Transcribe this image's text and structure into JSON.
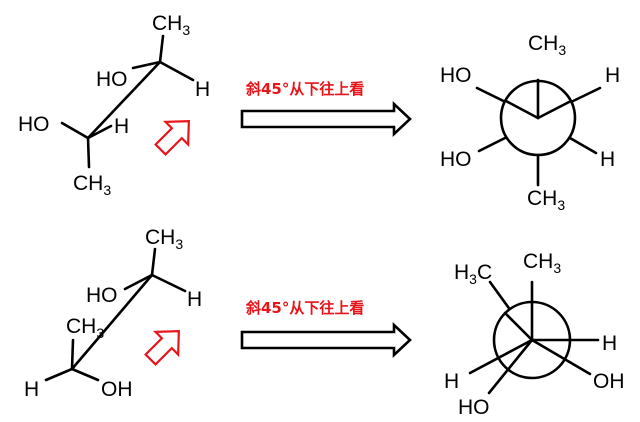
{
  "caption": "斜45°从下往上看",
  "colors": {
    "caption": "#e8141a",
    "hint_arrow": "#e8141a",
    "ink": "#000000"
  },
  "labels": {
    "ch3_prefix": "CH",
    "ch3_suffix": "C",
    "h3_prefix": "H",
    "sub3": "3",
    "ho": "HO",
    "oh": "OH",
    "h": "H"
  },
  "icons": {
    "view_arrow": "red-open-block-arrow-up-right",
    "transform_arrow": "open-double-line-arrow-right"
  }
}
